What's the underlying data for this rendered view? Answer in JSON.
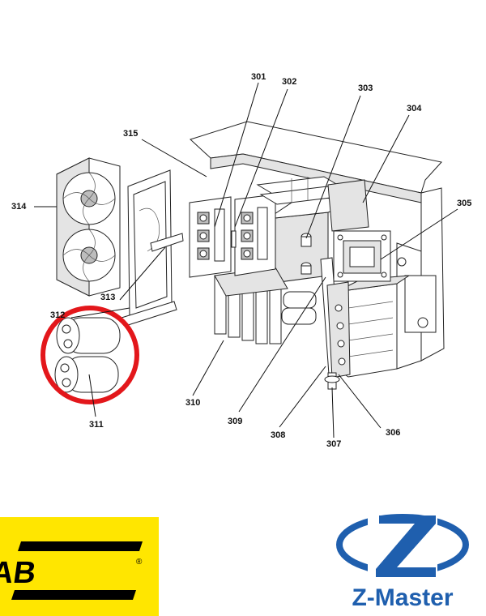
{
  "callouts": {
    "c301": "301",
    "c302": "302",
    "c303": "303",
    "c304": "304",
    "c305": "305",
    "c306": "306",
    "c307": "307",
    "c308": "308",
    "c309": "309",
    "c310": "310",
    "c311": "311",
    "c312": "312",
    "c313": "313",
    "c314": "314",
    "c315": "315"
  },
  "highlight": {
    "color": "#e3171b",
    "label": "311"
  },
  "logos": {
    "esab": {
      "text": "ESAB",
      "mark": "®",
      "background": "#ffe600",
      "color": "#000000"
    },
    "zmaster": {
      "text": "Z-Master",
      "color": "#1f5fae"
    }
  }
}
